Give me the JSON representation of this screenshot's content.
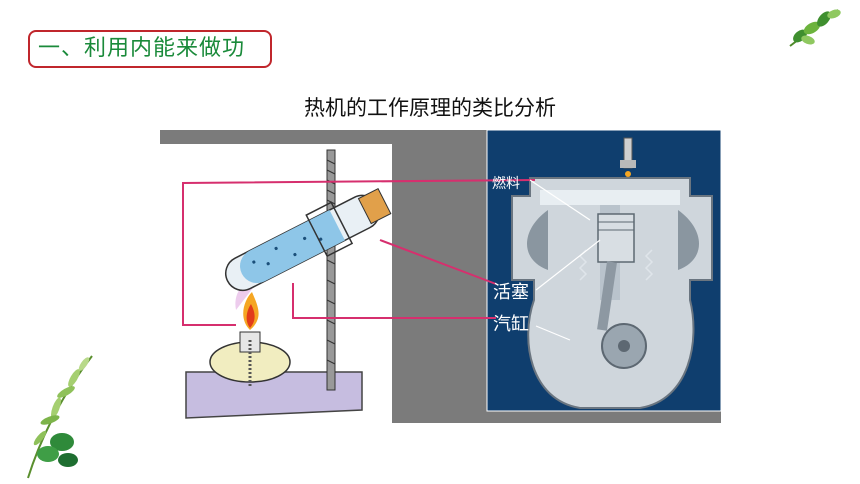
{
  "slide": {
    "section_title": "一、利用内能来做功",
    "heading": "热机的工作原理的类比分析"
  },
  "figure": {
    "label_fuel": "燃料",
    "label_piston": "活塞",
    "label_cylinder": "汽缸"
  },
  "colors": {
    "title_border": "#c0262c",
    "title_text": "#1a8a3a",
    "connector": "#d62f6e",
    "engine_bg": "#0f3e6e",
    "gray_panel": "#7b7b7b"
  },
  "icons": [
    "leaf-sprig-icon",
    "leaf-branch-icon"
  ]
}
